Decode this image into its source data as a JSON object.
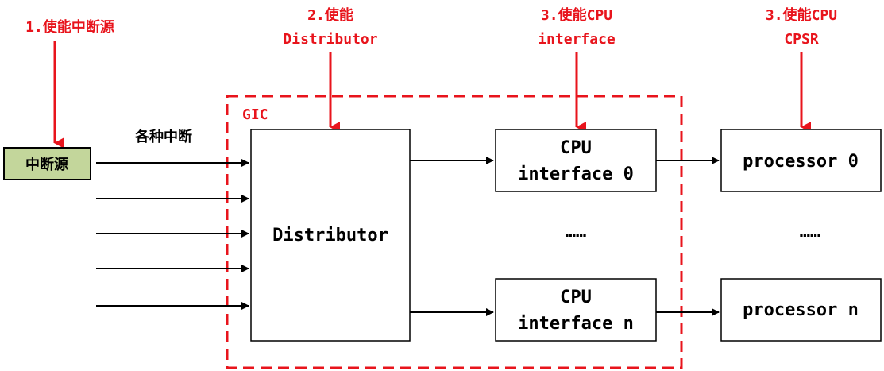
{
  "annotations": {
    "step1": "1.使能中断源",
    "step2_line1": "2.使能",
    "step2_line2": "Distributor",
    "step3a_line1": "3.使能CPU",
    "step3a_line2": "interface",
    "step3b_line1": "3.使能CPU",
    "step3b_line2": "CPSR"
  },
  "source": {
    "label": "中断源",
    "fill": "#c3d69b"
  },
  "inputs_label": "各种中断",
  "gic": {
    "label": "GIC",
    "color": "#e8141c"
  },
  "distributor": {
    "label": "Distributor"
  },
  "cpu_interface_0": {
    "line1": "CPU",
    "line2": "interface 0"
  },
  "cpu_interface_n": {
    "line1": "CPU",
    "line2": "interface n"
  },
  "cpu_ellipsis": "……",
  "processor_0": {
    "label": "processor 0"
  },
  "processor_n": {
    "label": "processor n"
  },
  "processor_ellipsis": "……"
}
